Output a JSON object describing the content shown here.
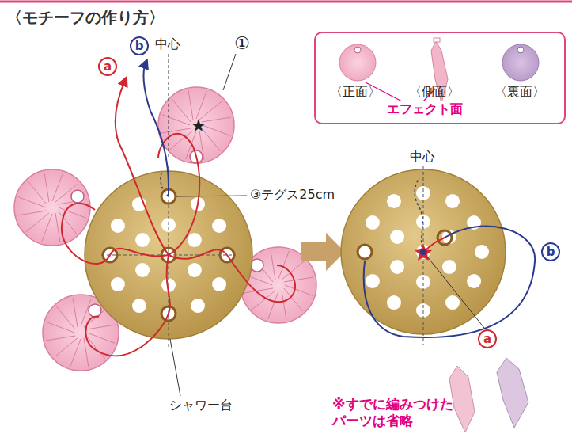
{
  "diagram": {
    "title": "〈モチーフの作り方〉",
    "nodes": [
      {
        "text": [
          "〈正面〉",
          "〈側面〉",
          "〈裏面〉",
          "エフェクト面"
        ]
      }
    ],
    "labels": [
      "中心",
      "①",
      "a",
      "b",
      "③テグス25cm",
      "シャワー台",
      "中心",
      "a",
      "b",
      "※すでに編みつけた パーツは省略"
    ]
  }
}
